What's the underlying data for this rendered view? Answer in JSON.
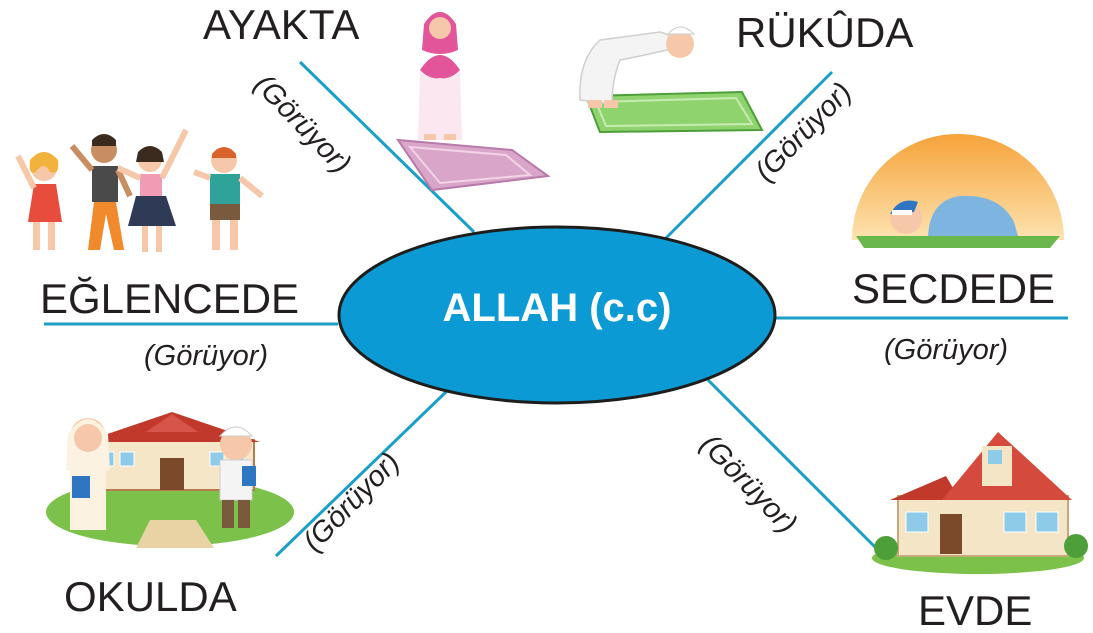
{
  "center": {
    "text": "ALLAH (c.c)",
    "fill": "#0c9ad4"
  },
  "line_color": "#1a9fc9",
  "branches": [
    {
      "id": "ayakta",
      "label": "AYAKTA",
      "sublabel": "(Görüyor)",
      "illustration": "girl-standing-on-prayer-rug"
    },
    {
      "id": "rukuda",
      "label": "RÜKÛDA",
      "sublabel": "(Görüyor)",
      "illustration": "man-bowing-on-prayer-rug"
    },
    {
      "id": "eglencede",
      "label": "EĞLENCEDE",
      "sublabel": "(Görüyor)",
      "illustration": "children-dancing"
    },
    {
      "id": "secdede",
      "label": "SECDEDE",
      "sublabel": "(Görüyor)",
      "illustration": "boy-prostrating-sunset"
    },
    {
      "id": "okulda",
      "label": "OKULDA",
      "sublabel": "(Görüyor)",
      "illustration": "students-at-school"
    },
    {
      "id": "evde",
      "label": "EVDE",
      "sublabel": "(Görüyor)",
      "illustration": "house"
    }
  ]
}
